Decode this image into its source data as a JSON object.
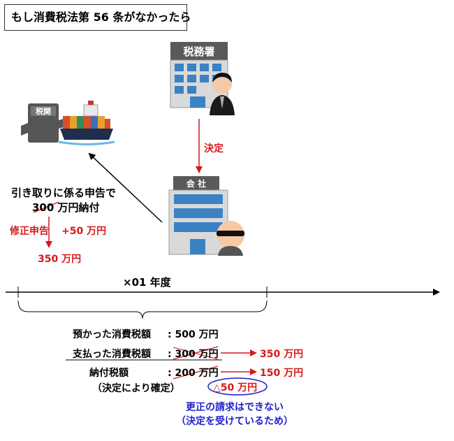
{
  "title": "もし消費税法第 56 条がなかったら",
  "tax_office": {
    "sign": "税務署",
    "decision_label": "決定"
  },
  "customs": {
    "sign": "税関"
  },
  "company": {
    "sign": "会 社"
  },
  "declaration": {
    "line1": "引き取りに係る申告で",
    "line2": "300 万円納付",
    "amend_label": "修正申告",
    "amend_amount": "+50 万円",
    "result": "350 万円"
  },
  "timeline": {
    "year_label": "×01 年度"
  },
  "calc": {
    "received_label": "預かった消費税額",
    "received_value": ": 500 万円",
    "paid_label": "支払った消費税額",
    "paid_value": ": 300 万円",
    "paid_new": "350 万円",
    "payable_label": "納付税額",
    "payable_value": ": 200 万円",
    "payable_new": "150 万円",
    "payable_note": "（決定により確定）",
    "diff": "△50 万円"
  },
  "conclusion": {
    "line1": "更正の請求はできない",
    "line2": "（決定を受けているため）"
  },
  "colors": {
    "red": "#d6191b",
    "blue": "#1f1fcc",
    "building_blue": "#3a82c4"
  }
}
